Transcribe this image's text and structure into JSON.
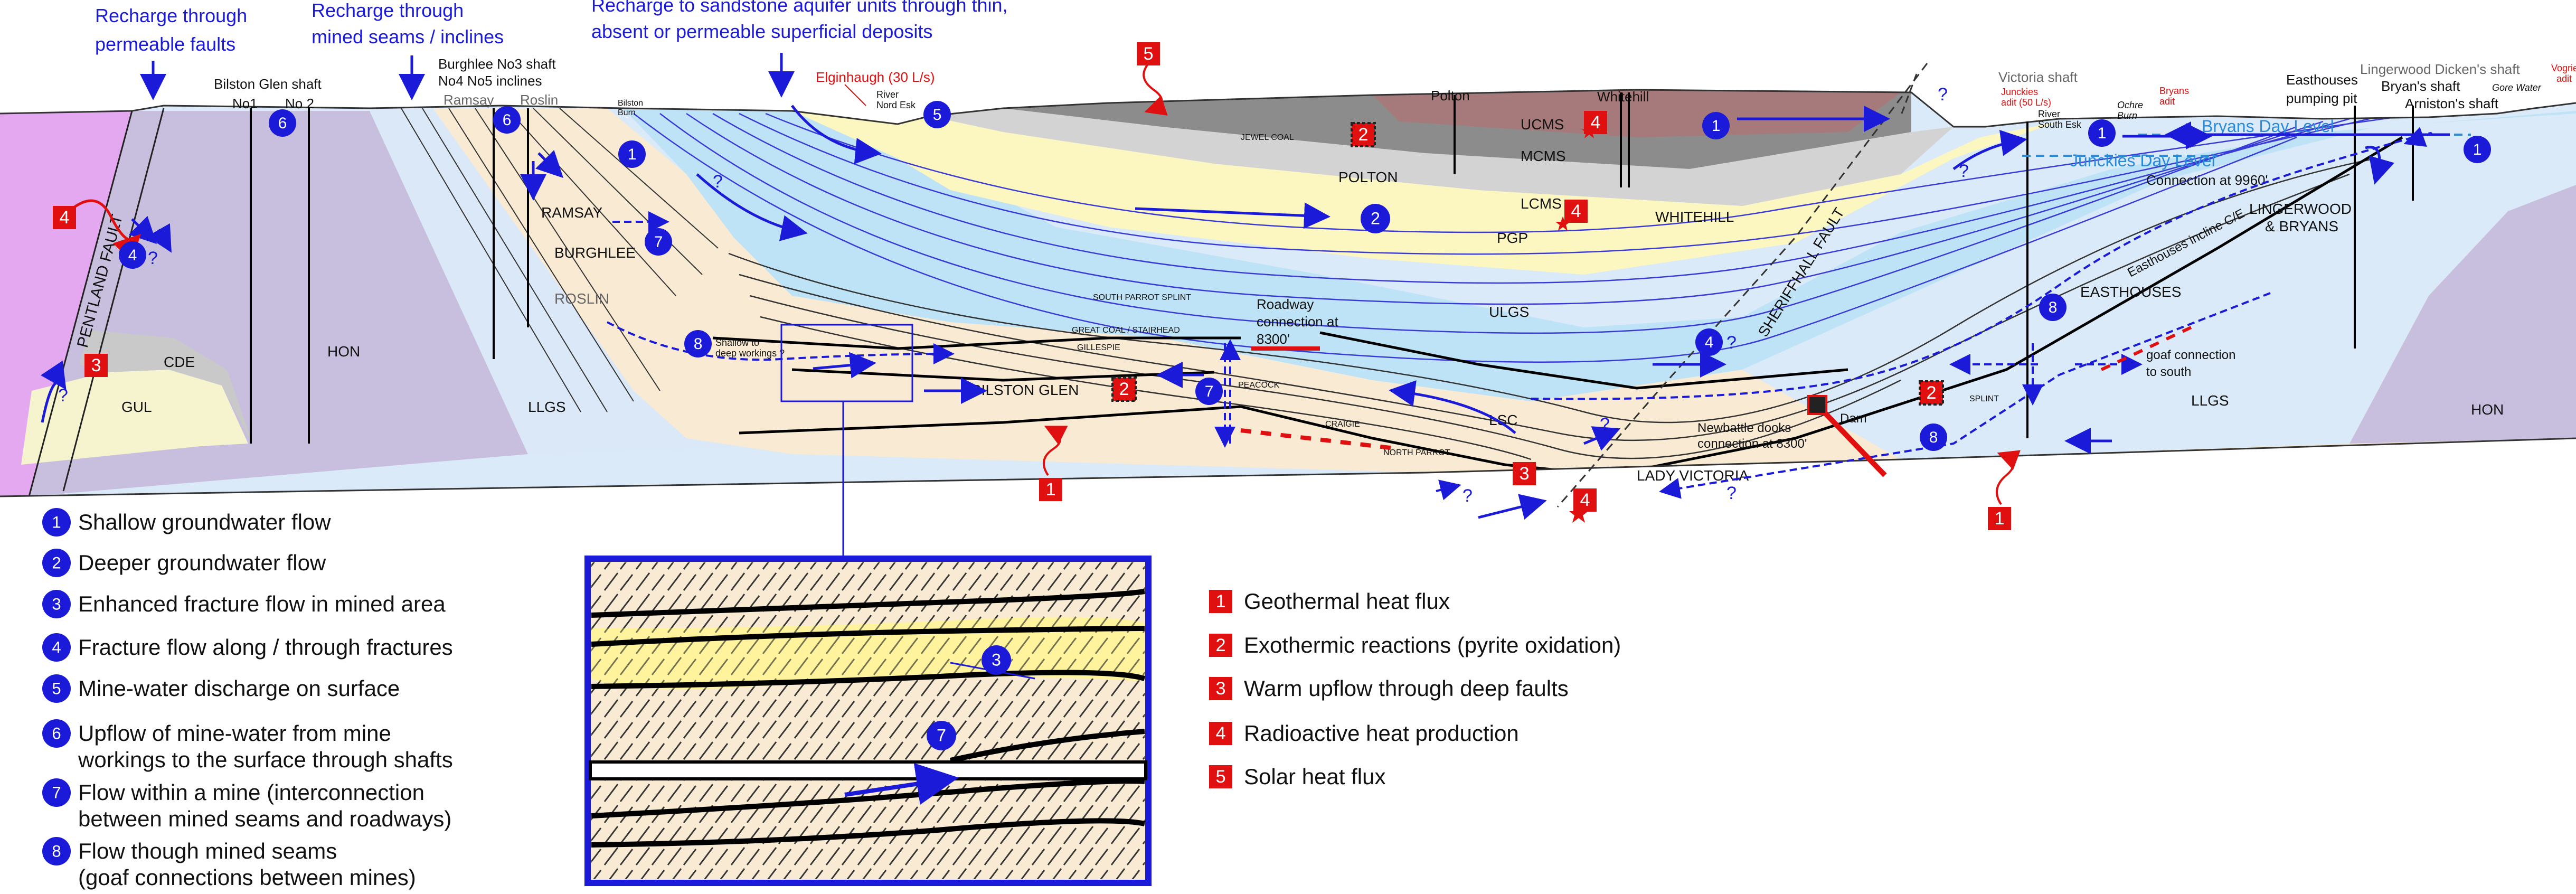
{
  "colors": {
    "flow_blue": "#1a1ad8",
    "heat_red": "#e01010",
    "mcms": "#8a8a8a",
    "ucms": "#a87c7c",
    "lcms": "#cfcfcf",
    "pgp": "#fcf7c0",
    "ulgs": "#bfe3f6",
    "lsc": "#f9ead3",
    "llgs": "#daeaf8",
    "hon": "#c8bede",
    "pentland": "#e3a8f0"
  },
  "recharge": {
    "faults": [
      "Recharge through",
      "permeable faults"
    ],
    "seams": [
      "Recharge through",
      "mined seams / inclines"
    ],
    "sandstone": [
      "Recharge to sandstone aquifer units through thin,",
      "absent or permeable superficial deposits"
    ]
  },
  "top_labels": {
    "bilston_shaft": "Bilston Glen shaft",
    "no1": "No1",
    "no2": "No 2",
    "burghlee": [
      "Burghlee No3 shaft",
      "No4 No5 inclines"
    ],
    "ramsay_top": "Ramsay",
    "roslin_top": "Roslin",
    "bilston_burn": [
      "Bilston",
      "Burn"
    ],
    "elginhaugh": "Elginhaugh (30 L/s)",
    "river_north_esk": [
      "River",
      "Nord Esk"
    ],
    "polton_top": "Polton",
    "whitehill_top": "Whitehill",
    "victoria_shaft": "Victoria shaft",
    "junckies_adit": [
      "Junckies",
      "adit (50 L/s)"
    ],
    "river_south_esk": [
      "River",
      "South Esk"
    ],
    "ochre_burn": [
      "Ochre",
      "Burn"
    ],
    "bryans_adit": [
      "Bryans",
      "adit"
    ],
    "easthouses_pit": [
      "Easthouses",
      "pumping pit"
    ],
    "lingerwood_shaft": "Lingerwood Dicken's shaft",
    "bryans_shaft": "Bryan's shaft",
    "arnistons_shaft": "Arniston's shaft",
    "gore_water": "Gore Water",
    "vogrie_adit": [
      "Vogrie",
      "adit"
    ]
  },
  "units": {
    "ucms": "UCMS",
    "mcms": "MCMS",
    "polton": "POLTON",
    "lcms": "LCMS",
    "whitehill": "WHITEHILL",
    "pgp": "PGP",
    "ulgs": "ULGS",
    "lsc": "LSC",
    "llgs_left": "LLGS",
    "llgs_right": "LLGS",
    "hon_left": "HON",
    "hon_right": "HON",
    "cde": "CDE",
    "gul": "GUL",
    "ramsay": "RAMSAY",
    "burghlee": "BURGHLEE",
    "roslin": "ROSLIN",
    "bilston_glen": "BILSTON GLEN",
    "lady_victoria": "LADY VICTORIA",
    "easthouses": "EASTHOUSES",
    "lingerwood": [
      "LINGERWOOD",
      "& BRYANS"
    ],
    "pentland_fault": "PENTLAND FAULT",
    "sheriffhall_fault": "SHERIFFHALL FAULT"
  },
  "seams": {
    "jewel_coal": "JEWEL COAL",
    "south_parrot": "SOUTH PARROT SPLINT",
    "great_coal": "GREAT COAL / STAIRHEAD",
    "gillespie": "GILLESPIE",
    "peacock": "PEACOCK",
    "craigie": "CRAIGIE",
    "north_parrot": "NORTH PARROT",
    "splint": "SPLINT"
  },
  "annotations": {
    "bryans_level": "Bryans Day Level",
    "junckies_level": "Junckies Day Level",
    "connection_9960": "Connection at 9960'",
    "easthouses_incline": "Easthouses incline C/E",
    "roadway": [
      "Roadway",
      "connection at",
      "8300'"
    ],
    "shallow_deep": [
      "Shallow to",
      "deep workings ?"
    ],
    "goaf_south": [
      "goaf connection",
      "to south"
    ],
    "newbattle": [
      "Newbattle dooks",
      "connection at 8300'"
    ],
    "dam": "Dam",
    "question": "?"
  },
  "legend_flow": [
    {
      "num": "1",
      "lines": [
        "Shallow groundwater flow"
      ]
    },
    {
      "num": "2",
      "lines": [
        "Deeper groundwater flow"
      ]
    },
    {
      "num": "3",
      "lines": [
        "Enhanced fracture flow in mined area"
      ]
    },
    {
      "num": "4",
      "lines": [
        "Fracture flow along / through fractures"
      ]
    },
    {
      "num": "5",
      "lines": [
        "Mine-water discharge on surface"
      ]
    },
    {
      "num": "6",
      "lines": [
        "Upflow of mine-water from mine",
        "workings to the surface through shafts"
      ]
    },
    {
      "num": "7",
      "lines": [
        "Flow within a mine (interconnection",
        "between mined seams and roadways)"
      ]
    },
    {
      "num": "8",
      "lines": [
        "Flow though mined seams",
        "(goaf connections between mines)"
      ]
    }
  ],
  "legend_heat": [
    {
      "num": "1",
      "label": "Geothermal heat flux"
    },
    {
      "num": "2",
      "label": "Exothermic reactions (pyrite oxidation)"
    },
    {
      "num": "3",
      "label": "Warm upflow through deep faults"
    },
    {
      "num": "4",
      "label": "Radioactive heat production"
    },
    {
      "num": "5",
      "label": "Solar heat flux"
    }
  ],
  "inset_markers": [
    "3",
    "7"
  ]
}
